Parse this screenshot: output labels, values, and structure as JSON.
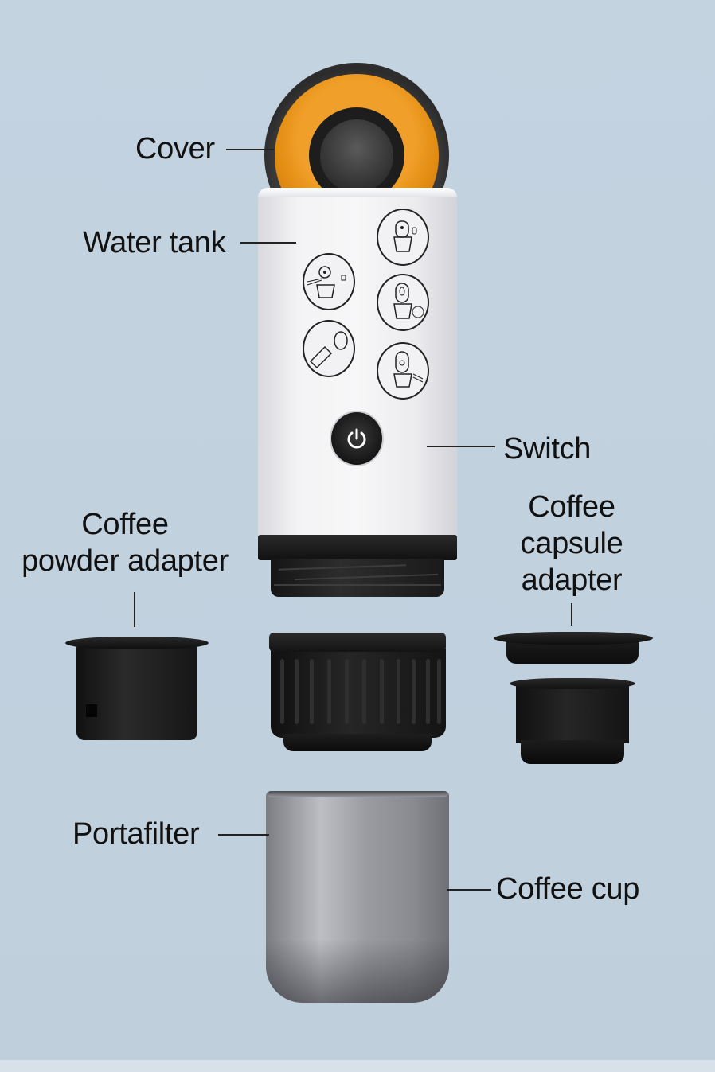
{
  "figure": {
    "type": "exploded product diagram",
    "subject": "portable espresso maker",
    "background_color": "#c2d2df",
    "accent_color": "#e8951a"
  },
  "labels": {
    "cover": "Cover",
    "water_tank": "Water tank",
    "switch": "Switch",
    "powder_adapter_line1": "Coffee",
    "powder_adapter_line2": "powder adapter",
    "capsule_adapter_line1": "Coffee",
    "capsule_adapter_line2": "capsule",
    "capsule_adapter_line3": "adapter",
    "portafilter": "Portafilter",
    "coffee_cup": "Coffee cup"
  },
  "instruction_icons": [
    {
      "name": "insert-capsule-step"
    },
    {
      "name": "fill-water-step"
    },
    {
      "name": "attach-adapter-step"
    },
    {
      "name": "screw-portafilter-step"
    },
    {
      "name": "press-power-step"
    },
    {
      "name": "pour-coffee-step"
    }
  ],
  "icons": {
    "power": "power-icon"
  }
}
